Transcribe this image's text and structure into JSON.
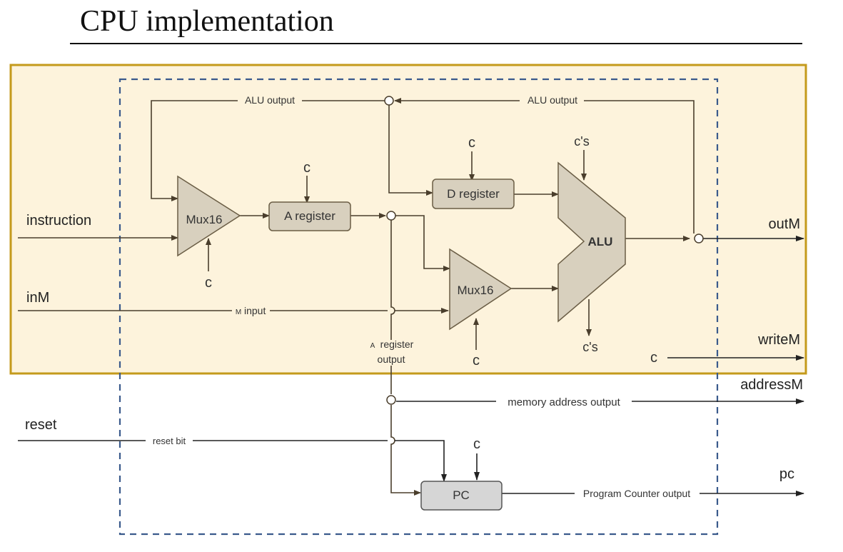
{
  "title": "CPU implementation",
  "components": {
    "mux16_a": "Mux16",
    "a_register": "A register",
    "d_register": "D register",
    "mux16_m": "Mux16",
    "alu": "ALU",
    "pc": "PC"
  },
  "wire_labels": {
    "alu_output_left": "ALU output",
    "alu_output_right": "ALU output",
    "m_input_small": "M",
    "m_input": "input",
    "a_register_output_small": "A",
    "a_register_output_line1": "register",
    "a_register_output_line2": "output",
    "memory_address_output": "memory address output",
    "reset_bit": "reset bit",
    "program_counter_output": "Program Counter output"
  },
  "control_labels": {
    "c_a_register": "c",
    "c_mux16_a": "c",
    "c_d_register": "c",
    "c_mux16_m": "c",
    "cs_alu_in": "c's",
    "cs_alu_out": "c's",
    "c_writem": "c",
    "c_pc": "c"
  },
  "inputs": {
    "instruction": "instruction",
    "inM": "inM",
    "reset": "reset"
  },
  "outputs": {
    "outM": "outM",
    "writeM": "writeM",
    "addressM": "addressM",
    "pc": "pc"
  },
  "colors": {
    "highlight_fill": "#fdf3dc",
    "highlight_border": "#c49a1b",
    "chip_boundary": "#3a5a8c",
    "component_fill": "#d8d0be",
    "pc_fill": "#d6d6d6"
  }
}
